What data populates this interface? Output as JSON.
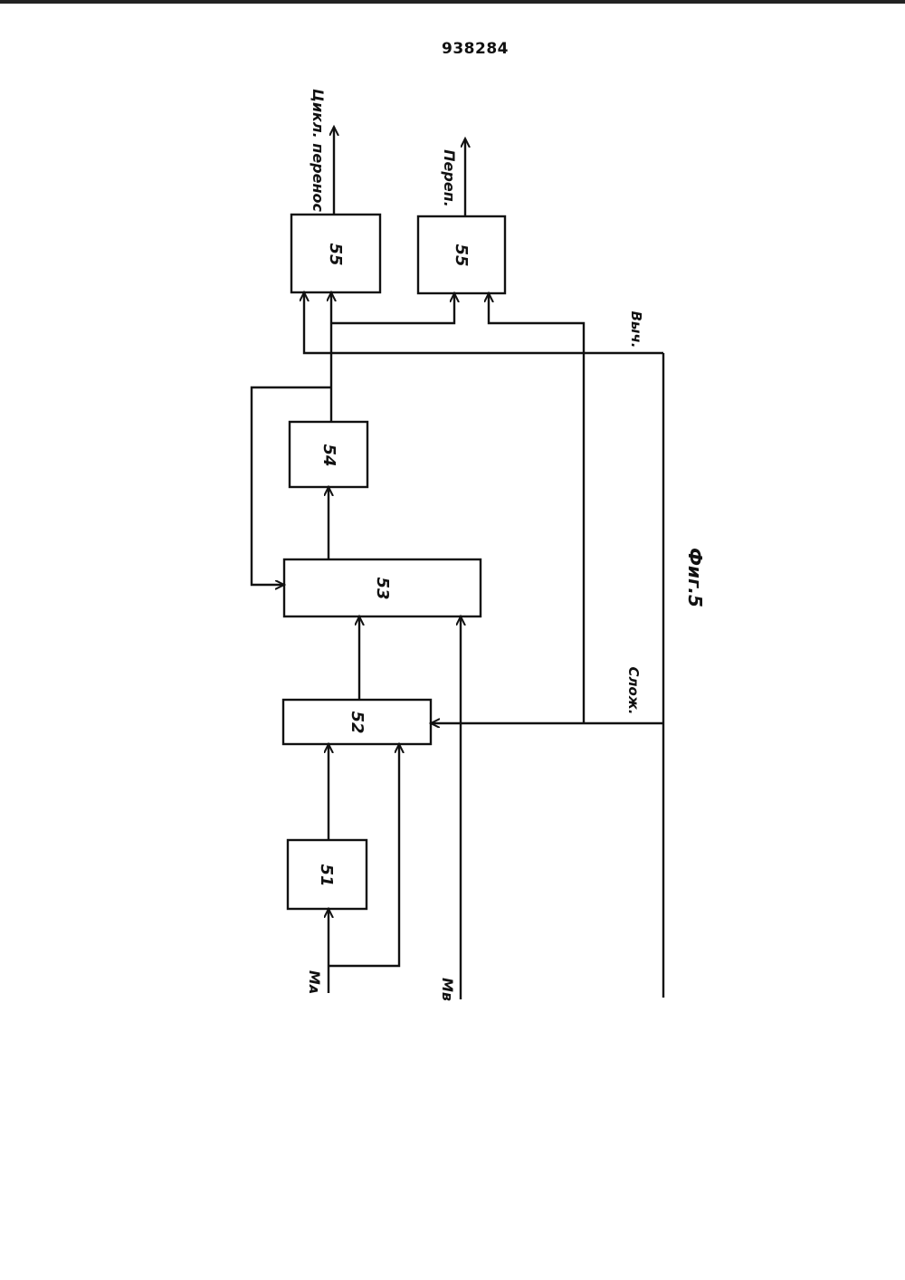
{
  "header": {
    "patent_number": "938284"
  },
  "blocks": {
    "b51": "51",
    "b52": "52",
    "b53": "53",
    "b54": "54",
    "b55_top": "55",
    "b55_bottom": "55"
  },
  "signals": {
    "cyclic_carry": "Цикл. перенос",
    "overflow": "Переп.",
    "subtract": "Выч.",
    "add": "Слож.",
    "input_a": "Mᴀ",
    "input_b": "Mв"
  },
  "caption": "Фиг.5"
}
